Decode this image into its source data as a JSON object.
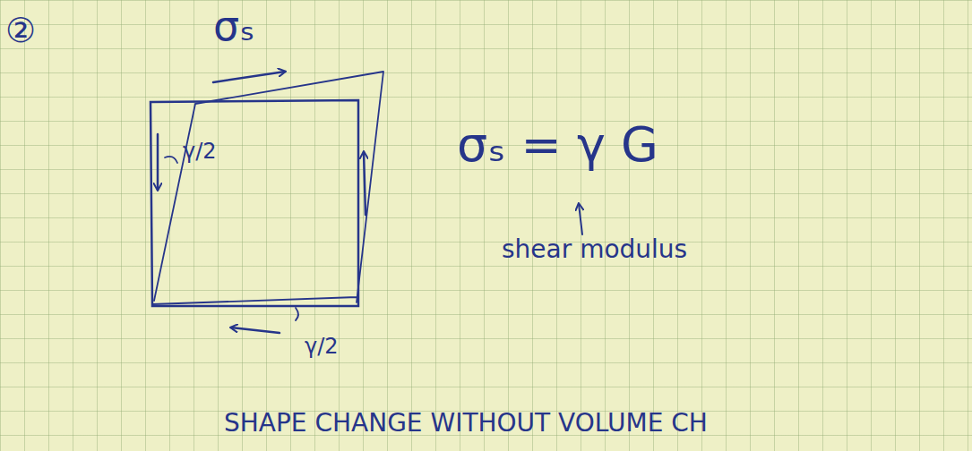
{
  "diagram": {
    "labels": [
      "②",
      "σₛ",
      "γ/2",
      "γ/2",
      "σₛ = γ G",
      "shear modulus",
      "SHAPE CHANGE WITHOUT VOLUME CH"
    ]
  }
}
